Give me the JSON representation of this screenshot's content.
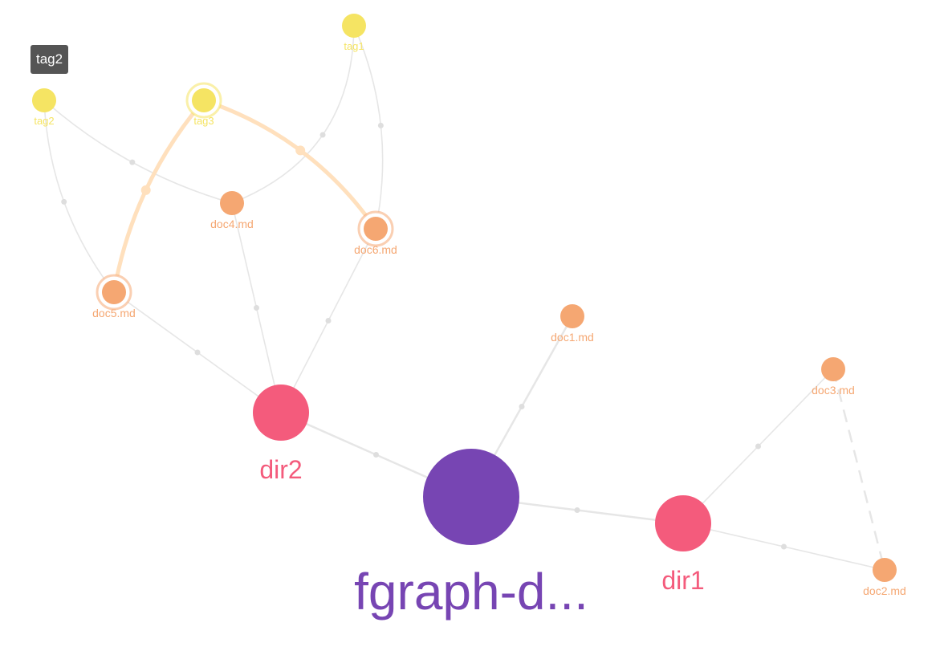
{
  "colors": {
    "tag": "#f5e463",
    "doc": "#f5a772",
    "dir": "#f45b7c",
    "root": "#7745b3",
    "edge": "#e6e6e6",
    "edge_highlight": "#ffe0bd"
  },
  "tooltip": {
    "text": "tag2"
  },
  "nodes": {
    "tag1": {
      "label": "tag1",
      "kind": "tag"
    },
    "tag2": {
      "label": "tag2",
      "kind": "tag"
    },
    "tag3": {
      "label": "tag3",
      "kind": "tag",
      "highlighted": true
    },
    "doc1": {
      "label": "doc1.md",
      "kind": "doc"
    },
    "doc2": {
      "label": "doc2.md",
      "kind": "doc"
    },
    "doc3": {
      "label": "doc3.md",
      "kind": "doc"
    },
    "doc4": {
      "label": "doc4.md",
      "kind": "doc"
    },
    "doc5": {
      "label": "doc5.md",
      "kind": "doc",
      "highlighted": true
    },
    "doc6": {
      "label": "doc6.md",
      "kind": "doc",
      "highlighted": true
    },
    "dir1": {
      "label": "dir1",
      "kind": "dir"
    },
    "dir2": {
      "label": "dir2",
      "kind": "dir"
    },
    "root": {
      "label": "fgraph-d...",
      "kind": "root"
    }
  },
  "edges": [
    {
      "from": "root",
      "to": "dir1"
    },
    {
      "from": "root",
      "to": "dir2"
    },
    {
      "from": "root",
      "to": "doc1"
    },
    {
      "from": "dir1",
      "to": "doc2"
    },
    {
      "from": "dir1",
      "to": "doc3"
    },
    {
      "from": "dir2",
      "to": "doc4"
    },
    {
      "from": "dir2",
      "to": "doc5"
    },
    {
      "from": "dir2",
      "to": "doc6"
    },
    {
      "from": "doc3",
      "to": "doc2",
      "style": "dashed"
    },
    {
      "from": "tag1",
      "to": "doc4"
    },
    {
      "from": "tag1",
      "to": "doc6"
    },
    {
      "from": "tag2",
      "to": "doc4"
    },
    {
      "from": "tag2",
      "to": "doc5"
    },
    {
      "from": "tag3",
      "to": "doc5",
      "highlighted": true
    },
    {
      "from": "tag3",
      "to": "doc6",
      "highlighted": true
    }
  ]
}
